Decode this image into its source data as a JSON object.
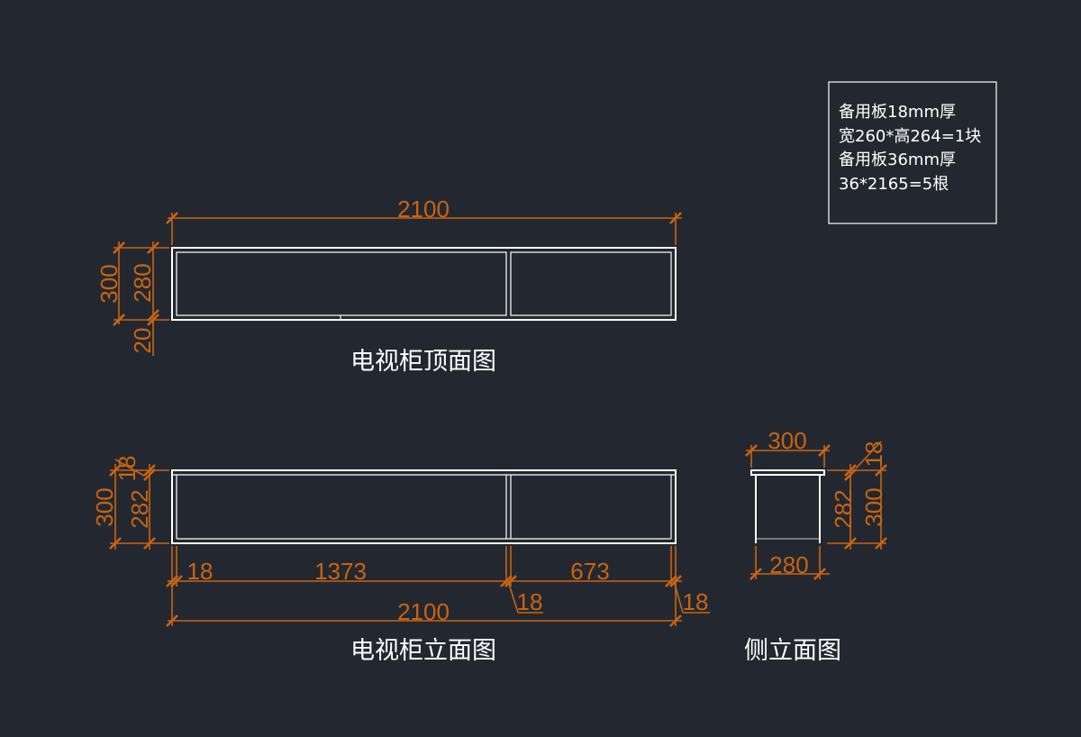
{
  "top_view": {
    "title": "电视柜顶面图",
    "dim_width": "2100",
    "dim_depth_total": "300",
    "dim_depth_inner": "280",
    "dim_back": "20"
  },
  "front_view": {
    "title": "电视柜立面图",
    "dim_height_total": "300",
    "dim_top_thickness": "18",
    "dim_inner_height": "282",
    "dim_left_panel": "18",
    "dim_left_bay": "1373",
    "dim_mid_panel": "18",
    "dim_right_bay": "673",
    "dim_right_panel": "18",
    "dim_total_width": "2100"
  },
  "side_view": {
    "title": "侧立面图",
    "dim_top_depth": "300",
    "dim_bottom_depth": "280",
    "dim_top_thickness": "18",
    "dim_inner_height": "282",
    "dim_height_total": "300"
  },
  "note": {
    "lines": [
      "备用板18mm厚",
      "宽260*高264=1块",
      "备用板36mm厚",
      "36*2165=5根"
    ]
  },
  "colors": {
    "background": "#232830",
    "geometry": "#ffffff",
    "dimension": "#c86414"
  }
}
